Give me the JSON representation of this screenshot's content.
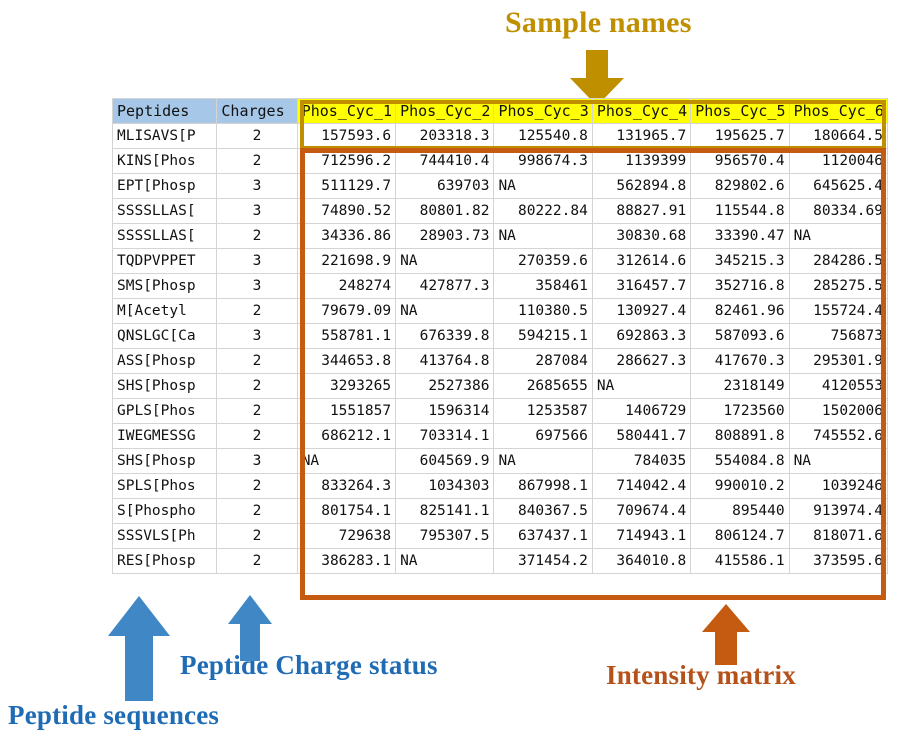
{
  "annotations": {
    "sample_names": {
      "label": "Sample names",
      "color": "#bf8f00",
      "arrow": "down-arrow-gold"
    },
    "peptide_sequences": {
      "label": "Peptide sequences",
      "color": "#1f6cb5",
      "arrow": "up-arrow-blue"
    },
    "peptide_charge_status": {
      "label": "Peptide Charge status",
      "color": "#1f6cb5",
      "arrow": "up-arrow-blue"
    },
    "intensity_matrix": {
      "label": "Intensity matrix",
      "color": "#b5521b",
      "arrow": "up-arrow-orange"
    }
  },
  "table": {
    "header_fill_left": "#a6c7e8",
    "header_fill_samples": "#ffff00",
    "columns": [
      "Peptides",
      "Charges",
      "Phos_Cyc_1",
      "Phos_Cyc_2",
      "Phos_Cyc_3",
      "Phos_Cyc_4",
      "Phos_Cyc_5",
      "Phos_Cyc_6"
    ],
    "rows": [
      {
        "peptide": "MLISAVS[P",
        "charge": "2",
        "values": [
          "157593.6",
          "203318.3",
          "125540.8",
          "131965.7",
          "195625.7",
          "180664.5"
        ]
      },
      {
        "peptide": "KINS[Phos",
        "charge": "2",
        "values": [
          "712596.2",
          "744410.4",
          "998674.3",
          "1139399",
          "956570.4",
          "1120046"
        ]
      },
      {
        "peptide": "EPT[Phosp",
        "charge": "3",
        "values": [
          "511129.7",
          "639703",
          "NA",
          "562894.8",
          "829802.6",
          "645625.4"
        ]
      },
      {
        "peptide": "SSSSLLAS[",
        "charge": "3",
        "values": [
          "74890.52",
          "80801.82",
          "80222.84",
          "88827.91",
          "115544.8",
          "80334.69"
        ]
      },
      {
        "peptide": "SSSSLLAS[",
        "charge": "2",
        "values": [
          "34336.86",
          "28903.73",
          "NA",
          "30830.68",
          "33390.47",
          "NA"
        ]
      },
      {
        "peptide": "TQDPVPPET",
        "charge": "3",
        "values": [
          "221698.9",
          "NA",
          "270359.6",
          "312614.6",
          "345215.3",
          "284286.5"
        ]
      },
      {
        "peptide": "SMS[Phosp",
        "charge": "3",
        "values": [
          "248274",
          "427877.3",
          "358461",
          "316457.7",
          "352716.8",
          "285275.5"
        ]
      },
      {
        "peptide": "M[Acetyl",
        "charge": "2",
        "values": [
          "79679.09",
          "NA",
          "110380.5",
          "130927.4",
          "82461.96",
          "155724.4"
        ]
      },
      {
        "peptide": "QNSLGC[Ca",
        "charge": "3",
        "values": [
          "558781.1",
          "676339.8",
          "594215.1",
          "692863.3",
          "587093.6",
          "756873"
        ]
      },
      {
        "peptide": "ASS[Phosp",
        "charge": "2",
        "values": [
          "344653.8",
          "413764.8",
          "287084",
          "286627.3",
          "417670.3",
          "295301.9"
        ]
      },
      {
        "peptide": "SHS[Phosp",
        "charge": "2",
        "values": [
          "3293265",
          "2527386",
          "2685655",
          "NA",
          "2318149",
          "4120553"
        ]
      },
      {
        "peptide": "GPLS[Phos",
        "charge": "2",
        "values": [
          "1551857",
          "1596314",
          "1253587",
          "1406729",
          "1723560",
          "1502006"
        ]
      },
      {
        "peptide": "IWEGMESSG",
        "charge": "2",
        "values": [
          "686212.1",
          "703314.1",
          "697566",
          "580441.7",
          "808891.8",
          "745552.6"
        ]
      },
      {
        "peptide": "SHS[Phosp",
        "charge": "3",
        "values": [
          "NA",
          "604569.9",
          "NA",
          "784035",
          "554084.8",
          "NA"
        ]
      },
      {
        "peptide": "SPLS[Phos",
        "charge": "2",
        "values": [
          "833264.3",
          "1034303",
          "867998.1",
          "714042.4",
          "990010.2",
          "1039246"
        ]
      },
      {
        "peptide": "S[Phospho",
        "charge": "2",
        "values": [
          "801754.1",
          "825141.1",
          "840367.5",
          "709674.4",
          "895440",
          "913974.4"
        ]
      },
      {
        "peptide": "SSSVLS[Ph",
        "charge": "2",
        "values": [
          "729638",
          "795307.5",
          "637437.1",
          "714943.1",
          "806124.7",
          "818071.6"
        ]
      },
      {
        "peptide": "RES[Phosp",
        "charge": "2",
        "values": [
          "386283.1",
          "NA",
          "371454.2",
          "364010.8",
          "415586.1",
          "373595.6"
        ]
      }
    ]
  }
}
